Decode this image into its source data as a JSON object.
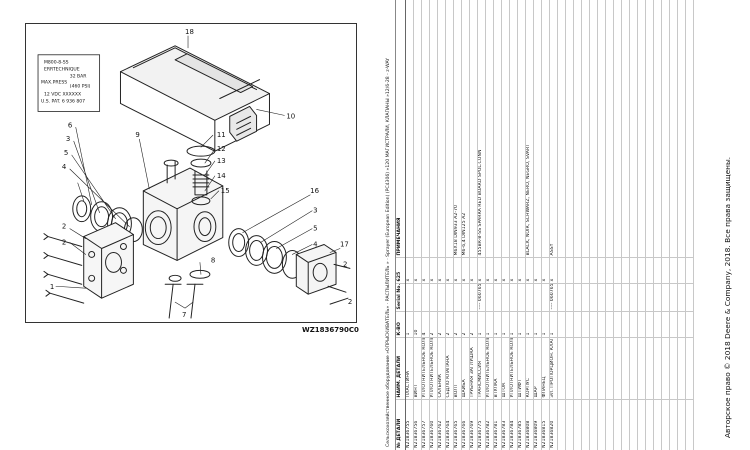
{
  "diagram": {
    "figure_id": "WZ1836790C0",
    "controller_plate": [
      "M800-8-SS",
      "ERRTECHNIQUE",
      "32 BAR",
      "MAX.PRESS",
      "(460 PSI)",
      "12 VDC XXXXXX",
      "U.S. PAT. 6 936 807"
    ],
    "callouts": [
      "18",
      "10",
      "6",
      "3",
      "5",
      "4",
      "2",
      "2",
      "1",
      "9",
      "11",
      "12",
      "13",
      "14",
      "15",
      "16",
      "3",
      "5",
      "4",
      "17",
      "2",
      "2",
      "8",
      "7"
    ]
  },
  "breadcrumb": "Сельскохозяйственное оборудование »ОПРЫСКИВАТЕЛЬ» · РАСПЫЛИТЕЛЬ » · Sprayer (European Edition) (PC4306) »120 МАГИСТРАЛИ, КЛАПАНЫ »12/6-28 - z-WAY",
  "table": {
    "headers": [
      "№ ДЕТАЛИ",
      "НАИМ. ДЕТАЛИ",
      "К-ВО",
      "Serial No.",
      "625",
      "ПРИМЕЧАНИЯ"
    ],
    "rows": [
      [
        "N21836755",
        "ПЛАСТИНА",
        "1",
        "",
        "x",
        ""
      ],
      [
        "N21836756",
        "ВИНТ",
        "10",
        "",
        "x",
        ""
      ],
      [
        "N21836757",
        "УПЛОТНИТЕЛЬНОЕ КОЛЬЦО",
        "4",
        "",
        "x",
        ""
      ],
      [
        "N21836760",
        "УПЛОТНИТЕЛЬНОЕ КОЛЬЦО",
        "2",
        "",
        "x",
        ""
      ],
      [
        "N21836762",
        "САЛЬНИК",
        "2",
        "",
        "x",
        ""
      ],
      [
        "N21836764",
        "СЕДЛО КЛАПАНА",
        "2",
        "",
        "x",
        ""
      ],
      [
        "N21836765",
        "ВОЛТ",
        "2",
        "",
        "x",
        "M6X18 DIN933 A2-70"
      ],
      [
        "N21836766",
        "ШАЙБА",
        "2",
        "",
        "x",
        "M6-6,4 DIN125 A2"
      ],
      [
        "N21836769",
        "ТРУБНАЯ ЗАГЛУШКА",
        "2",
        "",
        "x",
        ""
      ],
      [
        "N21836775",
        "ТРАНСМИССИЯ",
        "1",
        "---- 060765",
        "x",
        "455BR-8-SS SPARRA RED BOARD SPOL.CONN"
      ],
      [
        "N21836782",
        "УПЛОТНИТЕЛЬНОЕ КОЛЬЦО",
        "1",
        "",
        "x",
        ""
      ],
      [
        "N21836781",
        "ВТУЛКА",
        "1",
        "",
        "x",
        ""
      ],
      [
        "N21836783",
        "ШТОК",
        "1",
        "",
        "x",
        ""
      ],
      [
        "N21836784",
        "УПЛОТНИТЕЛЬНОЕ КОЛЬЦО",
        "1",
        "",
        "x",
        ""
      ],
      [
        "N21836785",
        "ШТИФТ",
        "1",
        "",
        "x",
        ""
      ],
      [
        "N21836808",
        "КОРПУС",
        "1",
        "",
        "x",
        "BLACK, NOIR, SCHWARZ, NERO, NEGRO, SVART"
      ],
      [
        "N21836809",
        "ШАР",
        "1",
        "",
        "x",
        ""
      ],
      [
        "N21836815",
        "ФЛАНЕЦ",
        "1",
        "",
        "x",
        ""
      ],
      [
        "N21836820",
        "ЭЛ. ПРОПОРЦИОН. КЛАПАН",
        "1",
        "---- 060765",
        "x",
        "ASSY"
      ],
      [
        "",
        "",
        "",
        "",
        "",
        ""
      ],
      [
        "",
        "",
        "",
        "",
        "",
        ""
      ],
      [
        "",
        "",
        "",
        "",
        "",
        ""
      ],
      [
        "",
        "",
        "",
        "",
        "",
        ""
      ],
      [
        "",
        "",
        "",
        "",
        "",
        ""
      ],
      [
        "",
        "",
        "",
        "",
        "",
        ""
      ],
      [
        "",
        "",
        "",
        "",
        "",
        ""
      ],
      [
        "",
        "",
        "",
        "",
        "",
        ""
      ],
      [
        "",
        "",
        "",
        "",
        "",
        ""
      ],
      [
        "",
        "",
        "",
        "",
        "",
        ""
      ],
      [
        "",
        "",
        "",
        "",
        "",
        ""
      ],
      [
        "",
        "",
        "",
        "",
        "",
        ""
      ],
      [
        "",
        "",
        "",
        "",
        "",
        ""
      ],
      [
        "",
        "",
        "",
        "",
        "",
        ""
      ],
      [
        "",
        "",
        "",
        "",
        "",
        ""
      ],
      [
        "",
        "",
        "",
        "",
        "",
        ""
      ],
      [
        "",
        "",
        "",
        "",
        "",
        ""
      ]
    ]
  },
  "copyright": "Авторское право © 2018 Deere & Company, 2018. Все права защищены."
}
